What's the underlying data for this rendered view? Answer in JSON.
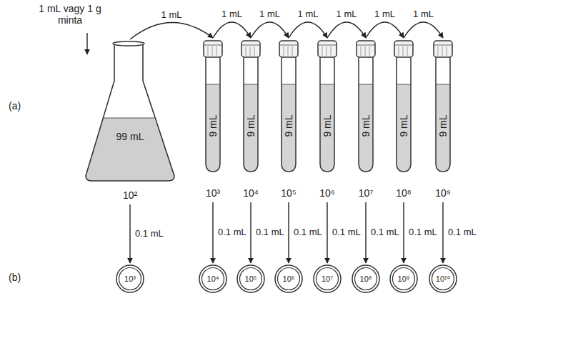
{
  "diagram": {
    "nodes": [
      {
        "text": [
          "99 mL",
          "10²"
        ]
      },
      {
        "text": [
          "9 mL",
          "10³"
        ]
      },
      {
        "text": [
          "9 mL",
          "10⁴"
        ]
      },
      {
        "text": [
          "9 mL",
          "10⁵"
        ]
      },
      {
        "text": [
          "9 mL",
          "10⁶"
        ]
      },
      {
        "text": [
          "9 mL",
          "10⁷"
        ]
      },
      {
        "text": [
          "9 mL",
          "10⁸"
        ]
      },
      {
        "text": [
          "9 mL",
          "10⁹"
        ]
      },
      {
        "text": [
          "10³"
        ]
      },
      {
        "text": [
          "10⁴"
        ]
      },
      {
        "text": [
          "10⁵"
        ]
      },
      {
        "text": [
          "10⁶"
        ]
      },
      {
        "text": [
          "10⁷"
        ]
      },
      {
        "text": [
          "10⁸"
        ]
      },
      {
        "text": [
          "10⁹"
        ]
      },
      {
        "text": [
          "10¹⁰"
        ]
      }
    ],
    "edges": [
      {
        "from": 0,
        "to": 1,
        "label": "1 mL",
        "arrow": "to"
      },
      {
        "from": 1,
        "to": 2,
        "label": "1 mL",
        "arrow": "to"
      },
      {
        "from": 2,
        "to": 3,
        "label": "1 mL",
        "arrow": "to"
      },
      {
        "from": 3,
        "to": 4,
        "label": "1 mL",
        "arrow": "to"
      },
      {
        "from": 4,
        "to": 5,
        "label": "1 mL",
        "arrow": "to"
      },
      {
        "from": 5,
        "to": 6,
        "label": "1 mL",
        "arrow": "to"
      },
      {
        "from": 6,
        "to": 7,
        "label": "1 mL",
        "arrow": "to"
      },
      {
        "from": 0,
        "to": 8,
        "label": "0.1 mL",
        "arrow": "to"
      },
      {
        "from": 1,
        "to": 9,
        "label": "0.1 mL",
        "arrow": "to"
      },
      {
        "from": 2,
        "to": 10,
        "label": "0.1 mL",
        "arrow": "to"
      },
      {
        "from": 3,
        "to": 11,
        "label": "0.1 mL",
        "arrow": "to"
      },
      {
        "from": 4,
        "to": 12,
        "label": "0.1 mL",
        "arrow": "to"
      },
      {
        "from": 5,
        "to": 13,
        "label": "0.1 mL",
        "arrow": "to"
      },
      {
        "from": 6,
        "to": 14,
        "label": "0.1 mL",
        "arrow": "to"
      },
      {
        "from": 7,
        "to": 15,
        "label": "0.1 mL",
        "arrow": "to"
      }
    ],
    "labels": [
      "1 mL vagy 1 g minta",
      "(a)",
      "(b)"
    ]
  }
}
